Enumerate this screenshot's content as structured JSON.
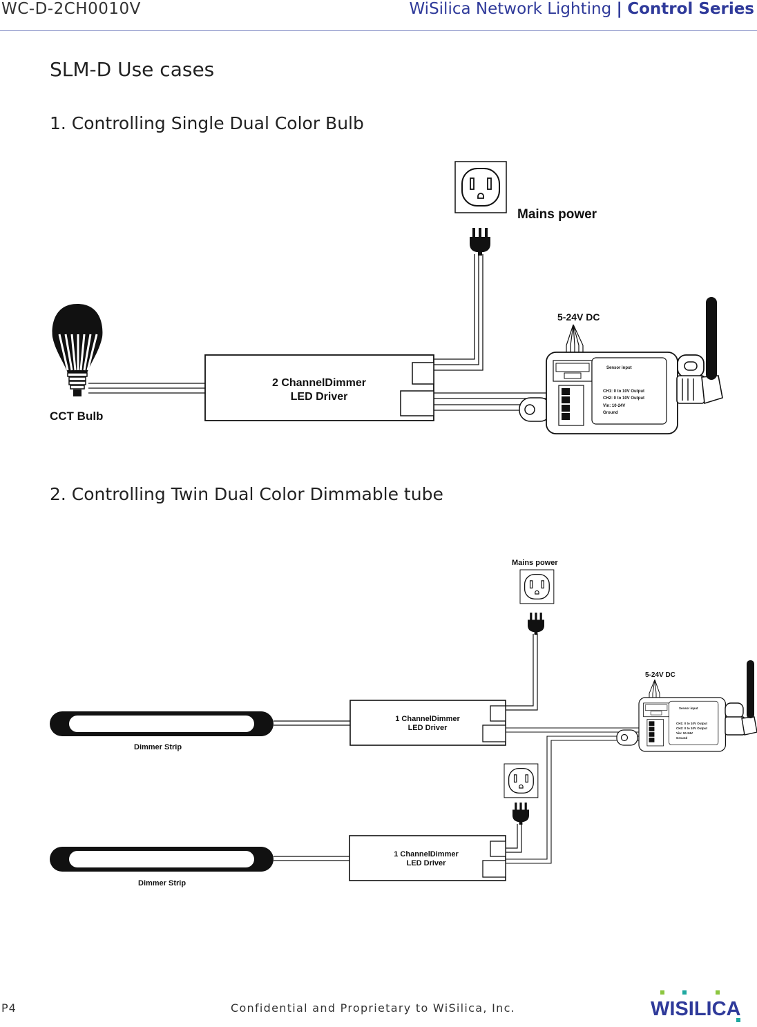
{
  "header": {
    "doc_id": "WC-D-2CH0010V",
    "brand": "WiSilica Network Lighting",
    "separator": "|",
    "series": "Control Series"
  },
  "page": {
    "title": "SLM-D Use cases",
    "section1": "1. Controlling Single Dual Color Bulb",
    "section2": "2. Controlling Twin Dual Color Dimmable tube"
  },
  "diagram1": {
    "mains_label": "Mains power",
    "dc_label": "5-24V DC",
    "driver_line1": "2 ChannelDimmer",
    "driver_line2": "LED Driver",
    "bulb_label": "CCT Bulb",
    "module_sensor": "Sensor input",
    "module_ch1": "CH1: 0 to 10V Output",
    "module_ch2": "CH2: 0 to 10V Output",
    "module_vin": "Vin: 10-24V",
    "module_gnd": "Ground"
  },
  "diagram2": {
    "mains_label": "Mains power",
    "dc_label": "5-24V DC",
    "driver_line1": "1 ChannelDimmer",
    "driver_line2": "LED Driver",
    "strip_label": "Dimmer Strip",
    "module_sensor": "Sensor input",
    "module_ch1": "CH1: 0 to 10V Output",
    "module_ch2": "CH2: 0 to 10V Output",
    "module_vin": "Vin: 10-24V",
    "module_gnd": "Ground"
  },
  "footer": {
    "page_num": "P4",
    "confidential": "Confidential and Proprietary to WiSilica, Inc.",
    "logo_text": "WISILICA"
  },
  "colors": {
    "brand_blue": "#2f3a9a",
    "logo_green": "#8cc63f",
    "logo_teal": "#1fa8a0"
  }
}
